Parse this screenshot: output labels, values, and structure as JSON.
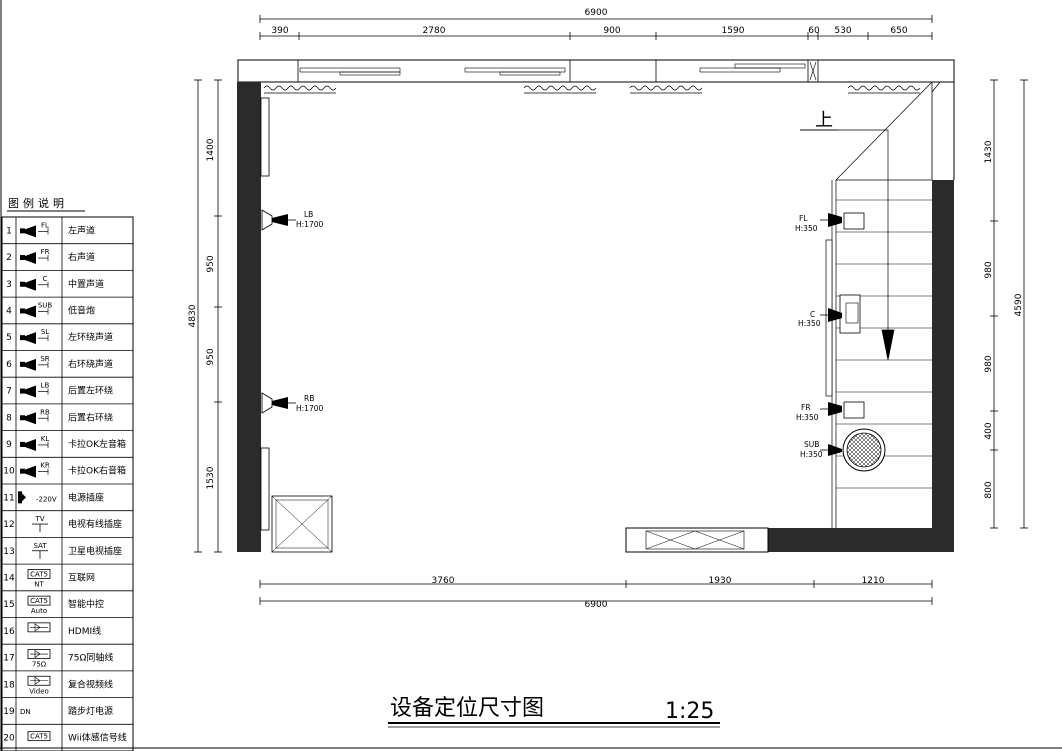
{
  "drawing": {
    "title": "设备定位尺寸图",
    "scale": "1:25"
  },
  "legend": {
    "title": "图例说明",
    "rows": [
      {
        "num": "1",
        "code": "FL",
        "label": "左声道",
        "icon": "speaker-icon"
      },
      {
        "num": "2",
        "code": "FR",
        "label": "右声道",
        "icon": "speaker-icon"
      },
      {
        "num": "3",
        "code": "C",
        "label": "中置声道",
        "icon": "speaker-icon"
      },
      {
        "num": "4",
        "code": "SUB",
        "label": "低音炮",
        "icon": "speaker-icon"
      },
      {
        "num": "5",
        "code": "SL",
        "label": "左环绕声道",
        "icon": "speaker-icon"
      },
      {
        "num": "6",
        "code": "SR",
        "label": "右环绕声道",
        "icon": "speaker-icon"
      },
      {
        "num": "7",
        "code": "LB",
        "label": "后置左环绕",
        "icon": "speaker-icon"
      },
      {
        "num": "8",
        "code": "RB",
        "label": "后置右环绕",
        "icon": "speaker-icon"
      },
      {
        "num": "9",
        "code": "KL",
        "label": "卡拉OK左音箱",
        "icon": "speaker-icon"
      },
      {
        "num": "10",
        "code": "KR",
        "label": "卡拉OK右音箱",
        "icon": "speaker-icon"
      },
      {
        "num": "11",
        "code": "220V",
        "label": "电源插座",
        "icon": "power-socket-icon"
      },
      {
        "num": "12",
        "code": "TV",
        "label": "电视有线插座",
        "icon": "tv-socket-icon"
      },
      {
        "num": "13",
        "code": "SAT",
        "label": "卫星电视插座",
        "icon": "sat-socket-icon"
      },
      {
        "num": "14",
        "code": "CAT5|NT",
        "label": "互联网",
        "icon": "network-socket-icon"
      },
      {
        "num": "15",
        "code": "CAT5|Auto",
        "label": "智能中控",
        "icon": "control-socket-icon"
      },
      {
        "num": "16",
        "code": "",
        "label": "HDMI线",
        "icon": "hdmi-cable-icon"
      },
      {
        "num": "17",
        "code": "75Ω",
        "label": "75Ω同轴线",
        "icon": "coax-cable-icon"
      },
      {
        "num": "18",
        "code": "Video",
        "label": "复合视频线",
        "icon": "video-cable-icon"
      },
      {
        "num": "19",
        "code": "DN",
        "label": "踏步灯电源",
        "icon": "step-light-icon"
      },
      {
        "num": "20",
        "code": "CAT5",
        "label": "Wii体感信号线",
        "icon": "sensor-cable-icon"
      }
    ]
  },
  "dimensions": {
    "top_total": "6900",
    "top_segments": [
      "390",
      "2780",
      "900",
      "1590",
      "60",
      "530",
      "650"
    ],
    "bottom_segments": [
      "3760",
      "1930",
      "1210"
    ],
    "bottom_total": "6900",
    "left_total": "4830",
    "left_segments": [
      "1400",
      "950",
      "950",
      "1530"
    ],
    "right_total": "4590",
    "right_segments": [
      "1430",
      "980",
      "980",
      "400",
      "800"
    ]
  },
  "plan": {
    "stair_label": "上",
    "speakers": [
      {
        "code": "LB",
        "height": "H:1700"
      },
      {
        "code": "RB",
        "height": "H:1700"
      },
      {
        "code": "FL",
        "height": "H:350"
      },
      {
        "code": "C",
        "height": "H:350"
      },
      {
        "code": "FR",
        "height": "H:350"
      },
      {
        "code": "SUB",
        "height": "H:350"
      }
    ]
  }
}
